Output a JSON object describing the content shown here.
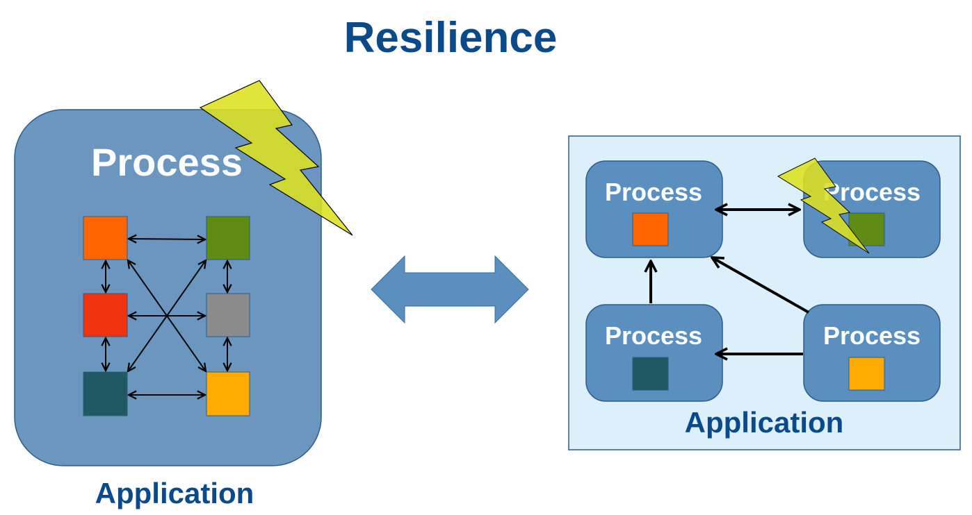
{
  "title": "Resilience",
  "left": {
    "process_label": "Process",
    "application_label": "Application"
  },
  "right": {
    "process_labels": [
      "Process",
      "Process",
      "Process",
      "Process"
    ],
    "application_label": "Application"
  },
  "colors": {
    "title": "#0b4a8a",
    "process_fill": "#6a96bf",
    "process_box_right": "#5b8fc0",
    "application_bg": "#dcf0fb",
    "orange": "#ff6600",
    "red": "#ee330e",
    "green": "#5e8c15",
    "gray": "#8c8c8c",
    "teal": "#1f5a63",
    "amber": "#ffaa00",
    "lightning": "#dde020"
  },
  "icons": [
    "lightning-bolt-icon",
    "double-arrow-icon"
  ]
}
